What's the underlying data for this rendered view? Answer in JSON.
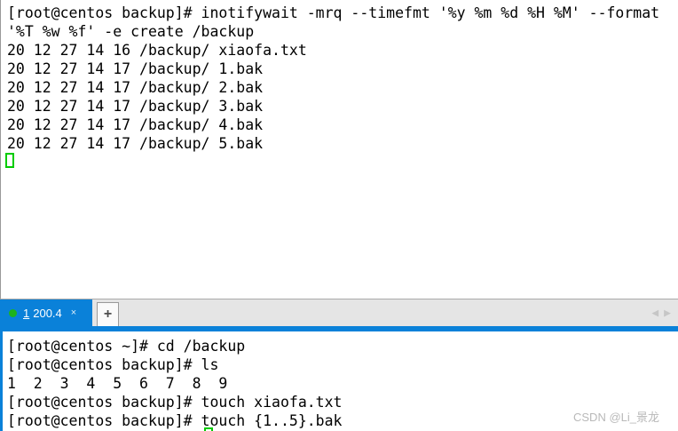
{
  "colors": {
    "tab_active_blue": "#0a81d9",
    "cursor_green": "#00cc00",
    "session_status_green": "#1db31d",
    "terminal_text": "#000000",
    "terminal_background": "#ffffff",
    "tabbar_background": "#e5e5e5"
  },
  "top_terminal": {
    "lines": [
      "[root@centos backup]# inotifywait -mrq --timefmt '%y %m %d %H %M' --format",
      "'%T %w %f' -e create /backup",
      "20 12 27 14 16 /backup/ xiaofa.txt",
      "20 12 27 14 17 /backup/ 1.bak",
      "20 12 27 14 17 /backup/ 2.bak",
      "20 12 27 14 17 /backup/ 3.bak",
      "20 12 27 14 17 /backup/ 4.bak",
      "20 12 27 14 17 /backup/ 5.bak"
    ]
  },
  "tab_bar": {
    "active_tab": {
      "mnemonic": "1",
      "title": "200.4",
      "close_icon": "×"
    },
    "new_tab_icon": "+",
    "nav_left_icon": "◀",
    "nav_right_icon": "▶"
  },
  "bottom_terminal": {
    "lines": [
      "[root@centos ~]# cd /backup",
      "[root@centos backup]# ls",
      "1  2  3  4  5  6  7  8  9",
      "[root@centos backup]# touch xiaofa.txt",
      "[root@centos backup]# touch {1..5}.bak"
    ]
  },
  "watermark": "CSDN @Li_景龙"
}
